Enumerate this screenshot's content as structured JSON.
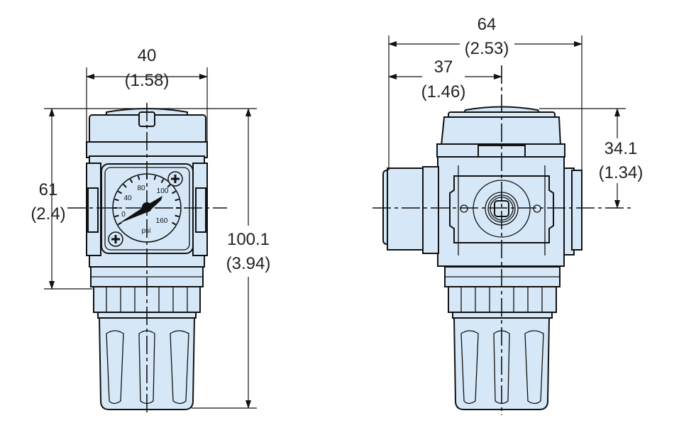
{
  "dimensions": {
    "front_width": {
      "mm": "40",
      "in": "(1.58)"
    },
    "front_gauge_height": {
      "mm": "61",
      "in": "(2.4)"
    },
    "front_total_height": {
      "mm": "100.1",
      "in": "(3.94)"
    },
    "side_total_width": {
      "mm": "64",
      "in": "(2.53)"
    },
    "side_port_offset": {
      "mm": "37",
      "in": "(1.46)"
    },
    "side_port_height": {
      "mm": "34.1",
      "in": "(1.34)"
    }
  },
  "gauge": {
    "ticks": [
      "0",
      "40",
      "80",
      "100",
      "160"
    ],
    "unit": "psi"
  },
  "colors": {
    "body_fill": "#d6e8f7",
    "line": "#111111"
  }
}
